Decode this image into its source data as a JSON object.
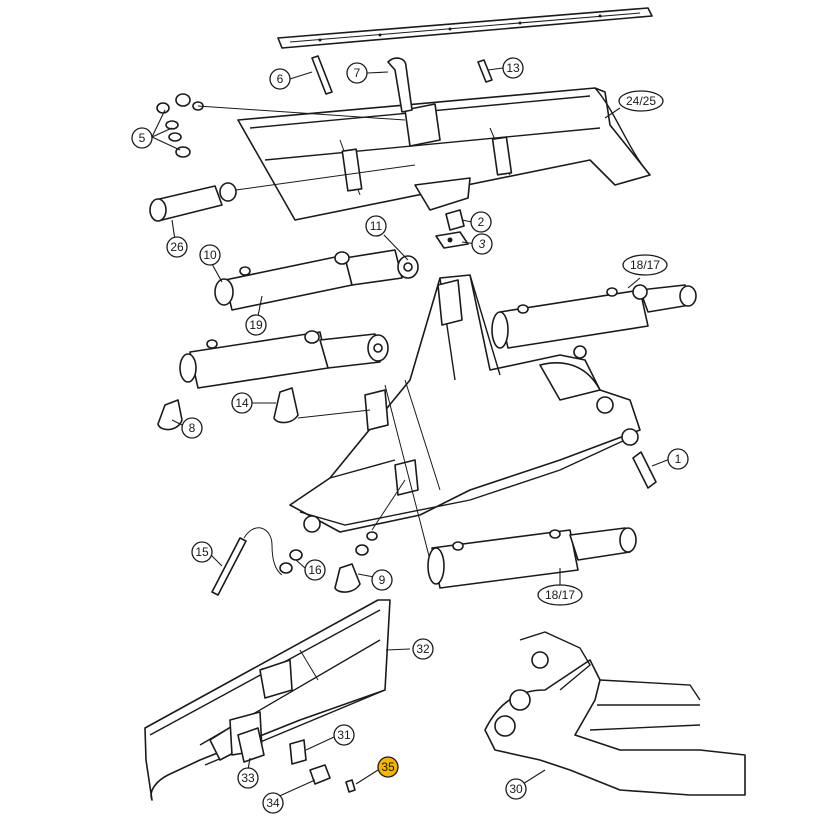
{
  "callouts": [
    {
      "id": "c1",
      "label": "1",
      "highlight": false
    },
    {
      "id": "c2",
      "label": "2",
      "highlight": false
    },
    {
      "id": "c3",
      "label": "3",
      "highlight": false
    },
    {
      "id": "c5",
      "label": "5",
      "highlight": false
    },
    {
      "id": "c6",
      "label": "6",
      "highlight": false
    },
    {
      "id": "c7",
      "label": "7",
      "highlight": false
    },
    {
      "id": "c8",
      "label": "8",
      "highlight": false
    },
    {
      "id": "c9",
      "label": "9",
      "highlight": false
    },
    {
      "id": "c10",
      "label": "10",
      "highlight": false
    },
    {
      "id": "c11",
      "label": "11",
      "highlight": false
    },
    {
      "id": "c13",
      "label": "13",
      "highlight": false
    },
    {
      "id": "c14",
      "label": "14",
      "highlight": false
    },
    {
      "id": "c15",
      "label": "15",
      "highlight": false
    },
    {
      "id": "c16",
      "label": "16",
      "highlight": false
    },
    {
      "id": "c17a",
      "label": "18/17",
      "highlight": false
    },
    {
      "id": "c17b",
      "label": "18/17",
      "highlight": false
    },
    {
      "id": "c19",
      "label": "19",
      "highlight": false
    },
    {
      "id": "c24",
      "label": "24/25",
      "highlight": false
    },
    {
      "id": "c26",
      "label": "26",
      "highlight": false
    },
    {
      "id": "c30",
      "label": "30",
      "highlight": false
    },
    {
      "id": "c31",
      "label": "31",
      "highlight": false
    },
    {
      "id": "c32",
      "label": "32",
      "highlight": false
    },
    {
      "id": "c33",
      "label": "33",
      "highlight": false
    },
    {
      "id": "c34",
      "label": "34",
      "highlight": false
    },
    {
      "id": "c35",
      "label": "35",
      "highlight": true
    }
  ],
  "colors": {
    "highlight": "#f4b400",
    "ink": "#1a1a1a"
  }
}
